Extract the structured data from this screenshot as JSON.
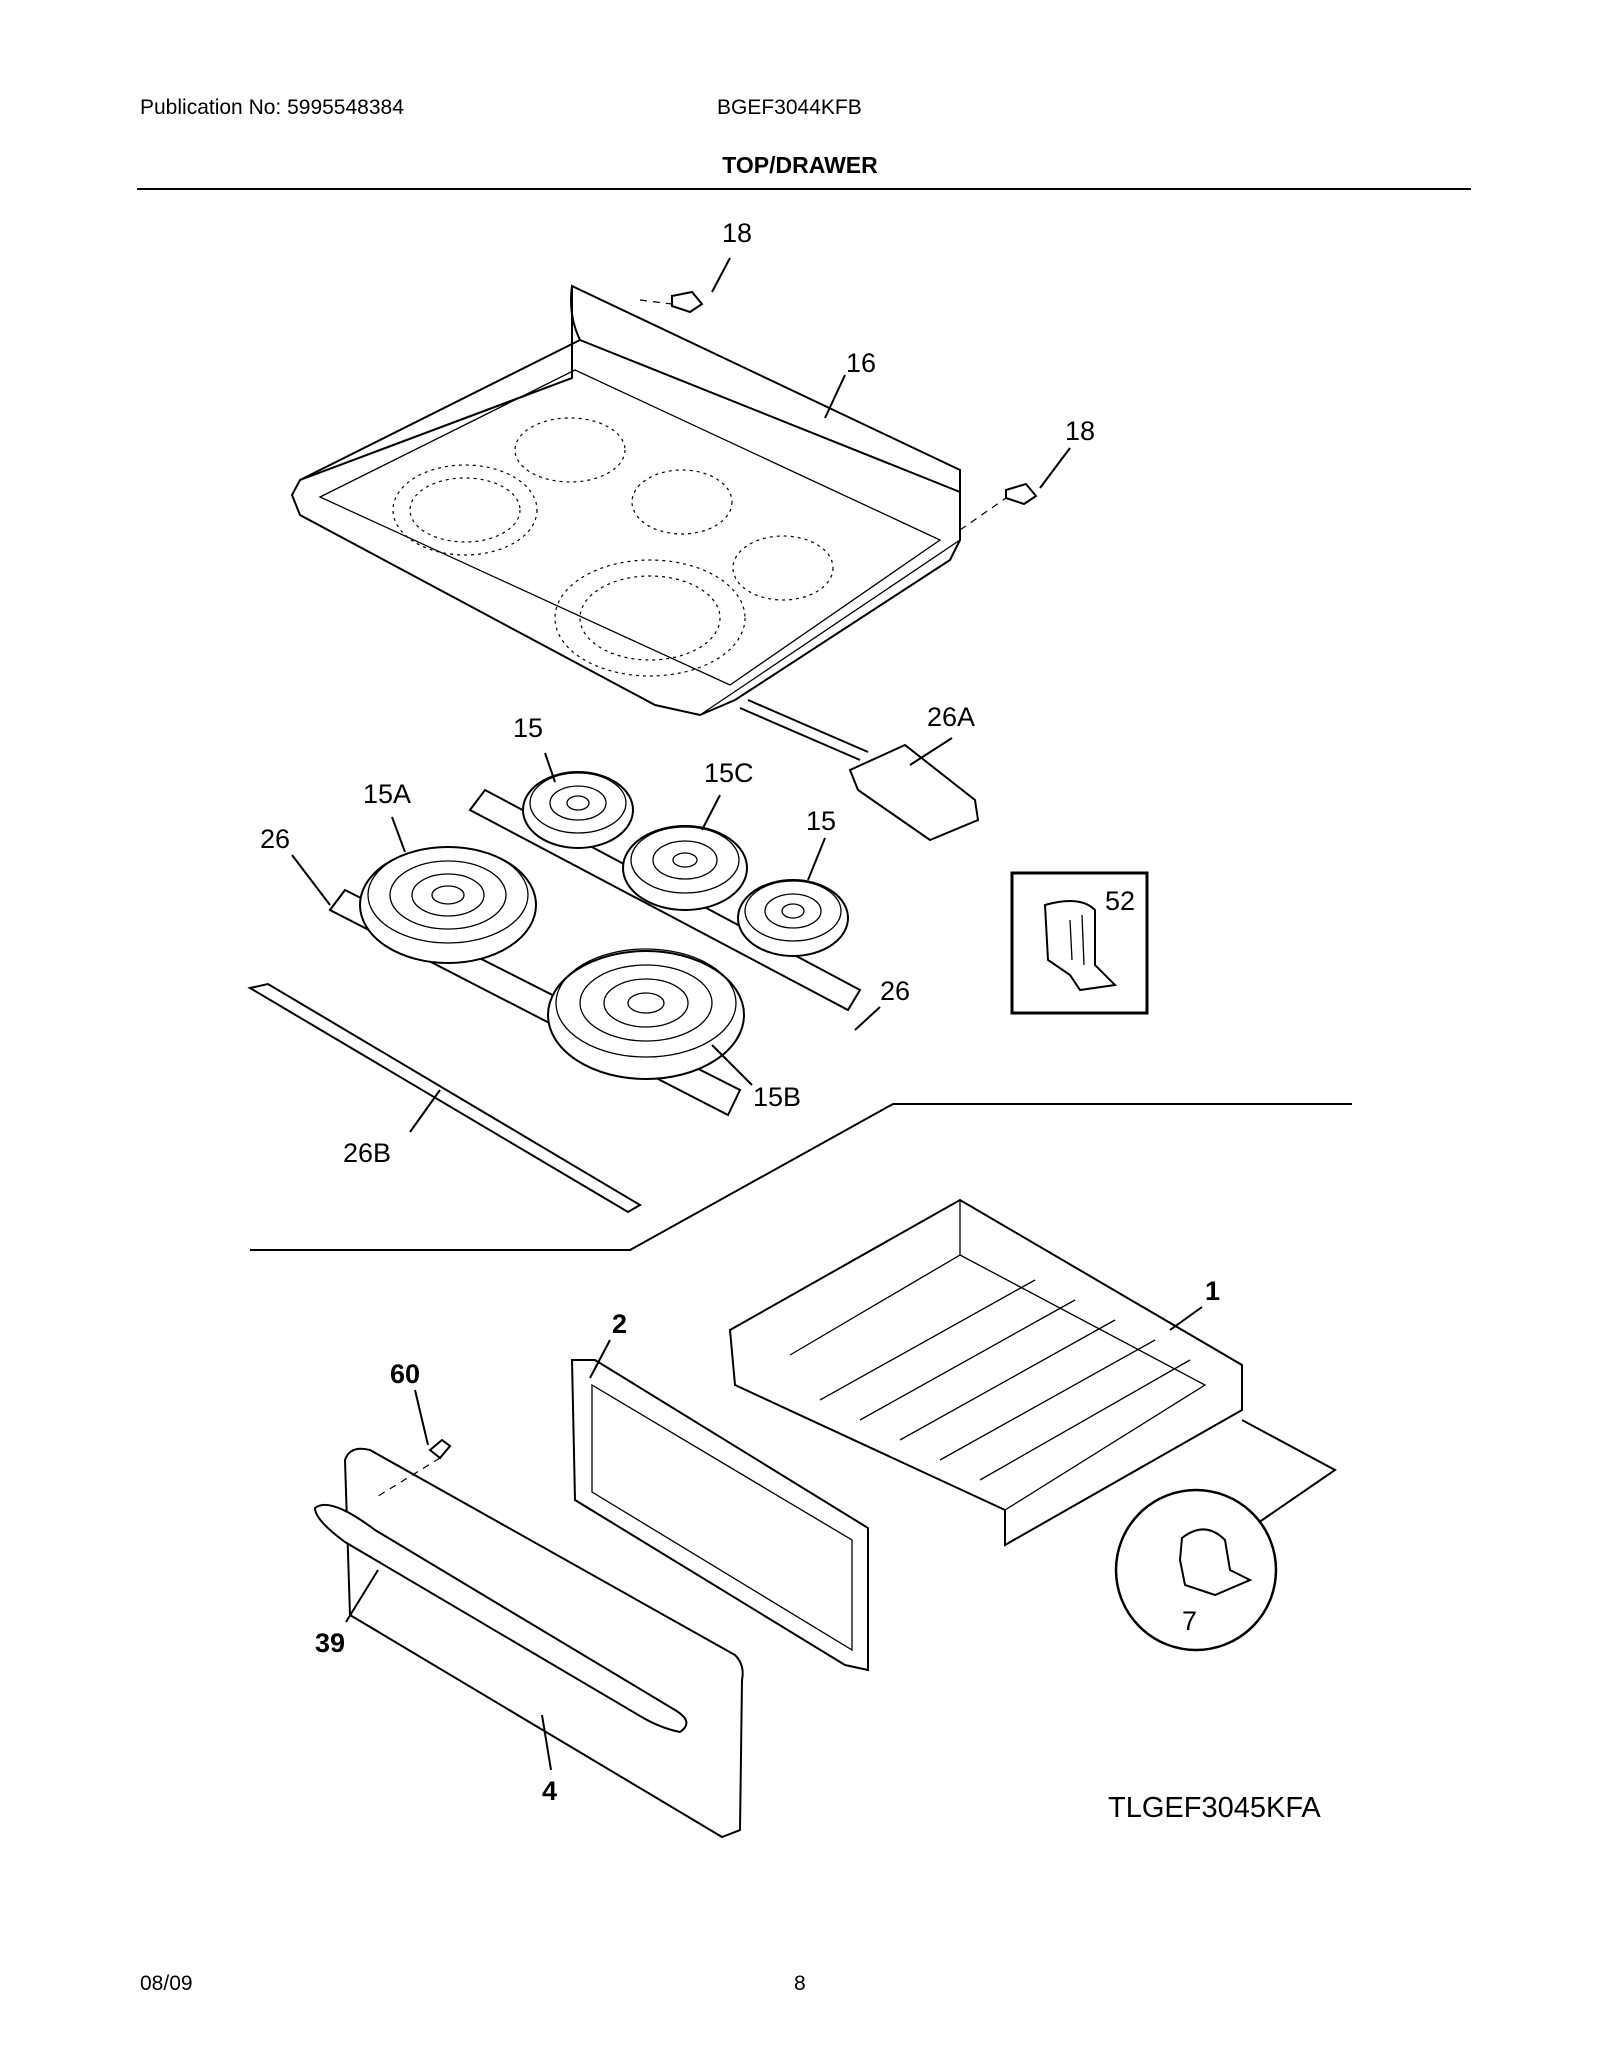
{
  "header": {
    "publication": "Publication No: 5995548384",
    "model": "BGEF3044KFB",
    "section": "TOP/DRAWER"
  },
  "callouts": {
    "c18a": "18",
    "c16": "16",
    "c18b": "18",
    "c26A": "26A",
    "c15a": "15",
    "c15C": "15C",
    "c15A": "15A",
    "c26a": "26",
    "c15b": "15",
    "c52": "52",
    "c26b": "26",
    "c15B": "15B",
    "c26B": "26B",
    "c1": "1",
    "c2": "2",
    "c60": "60",
    "c7": "7",
    "c39": "39",
    "c4": "4"
  },
  "diagram_code": "TLGEF3045KFA",
  "footer": {
    "date": "08/09",
    "page": "8"
  }
}
